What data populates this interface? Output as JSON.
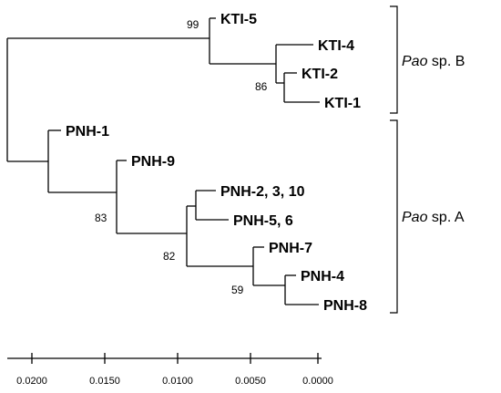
{
  "taxa": {
    "kti5": "KTI-5",
    "kti4": "KTI-4",
    "kti2": "KTI-2",
    "kti1": "KTI-1",
    "pnh1": "PNH-1",
    "pnh9": "PNH-9",
    "pnh2": "PNH-2, 3, 10",
    "pnh5": "PNH-5, 6",
    "pnh7": "PNH-7",
    "pnh4": "PNH-4",
    "pnh8": "PNH-8"
  },
  "bootstrap": {
    "kti_clade": "99",
    "kti12": "86",
    "pnh_inner": "83",
    "pnh_sub": "82",
    "pnh48": "59"
  },
  "groups": {
    "b": {
      "genus": "Pao",
      "rest": " sp. B"
    },
    "a": {
      "genus": "Pao",
      "rest": " sp. A"
    }
  },
  "scale": {
    "ticks": [
      "0.0200",
      "0.0150",
      "0.0100",
      "0.0050",
      "0.0000"
    ]
  }
}
